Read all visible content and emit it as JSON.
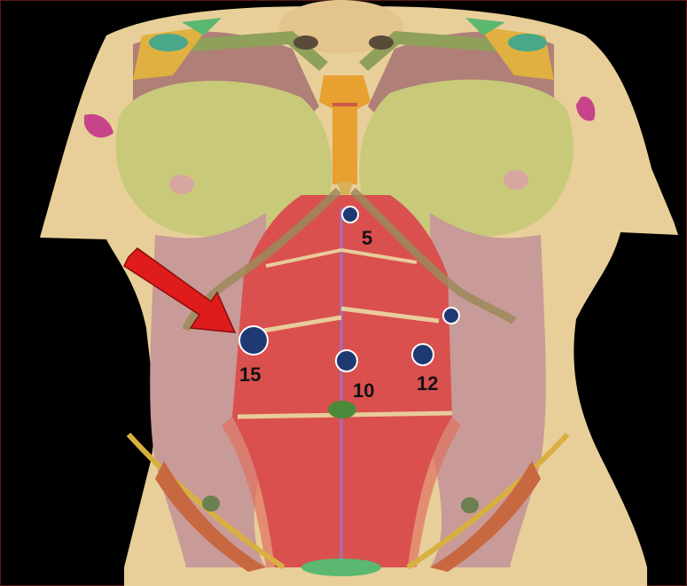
{
  "ports": [
    {
      "id": "port-5",
      "label": "5",
      "size_mm": 5
    },
    {
      "id": "port-10",
      "label": "10",
      "size_mm": 10
    },
    {
      "id": "port-12",
      "label": "12",
      "size_mm": 12
    },
    {
      "id": "port-15",
      "label": "15",
      "size_mm": 15
    },
    {
      "id": "port-lateral",
      "label": "",
      "size_mm": 5
    }
  ],
  "colors": {
    "background": "#000000",
    "skin": "#e9d09a",
    "rectus": "#d9504f",
    "obliques": "#c79a9a",
    "breast": "#c9cc7a",
    "sternum": "#e8a030",
    "port": "#1f3a73",
    "arrow": "#e01b1b",
    "umbilicus": "#4b8a3a"
  }
}
